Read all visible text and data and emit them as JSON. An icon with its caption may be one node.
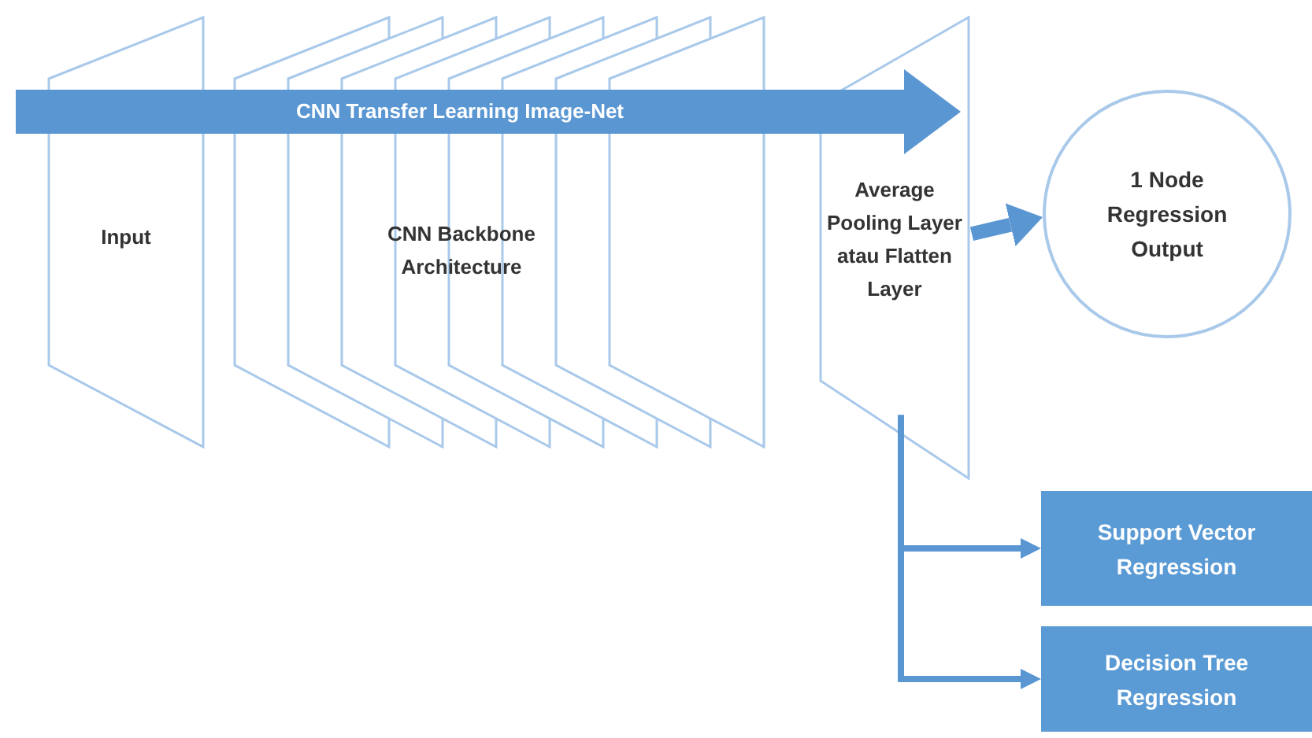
{
  "diagram": {
    "nodes": [
      {
        "text": [
          "Input"
        ]
      },
      {
        "text": [
          "CNN Backbone Architecture"
        ]
      },
      {
        "text": [
          "Average Pooling Layer atau Flatten Layer"
        ]
      },
      {
        "text": [
          "1 Node Regression Output"
        ]
      },
      {
        "text": [
          "Support Vector Regression"
        ]
      },
      {
        "text": [
          "Decision Tree Regression"
        ]
      }
    ],
    "edges": [
      {
        "from": null,
        "to": 2,
        "arrow": "to",
        "label": "CNN Transfer Learning Image-Net",
        "style": "thick"
      },
      {
        "from": 2,
        "to": 3,
        "arrow": "to",
        "style": "thick"
      },
      {
        "from": 2,
        "to": 4,
        "arrow": "to"
      },
      {
        "from": 2,
        "to": 5,
        "arrow": "to"
      }
    ]
  }
}
